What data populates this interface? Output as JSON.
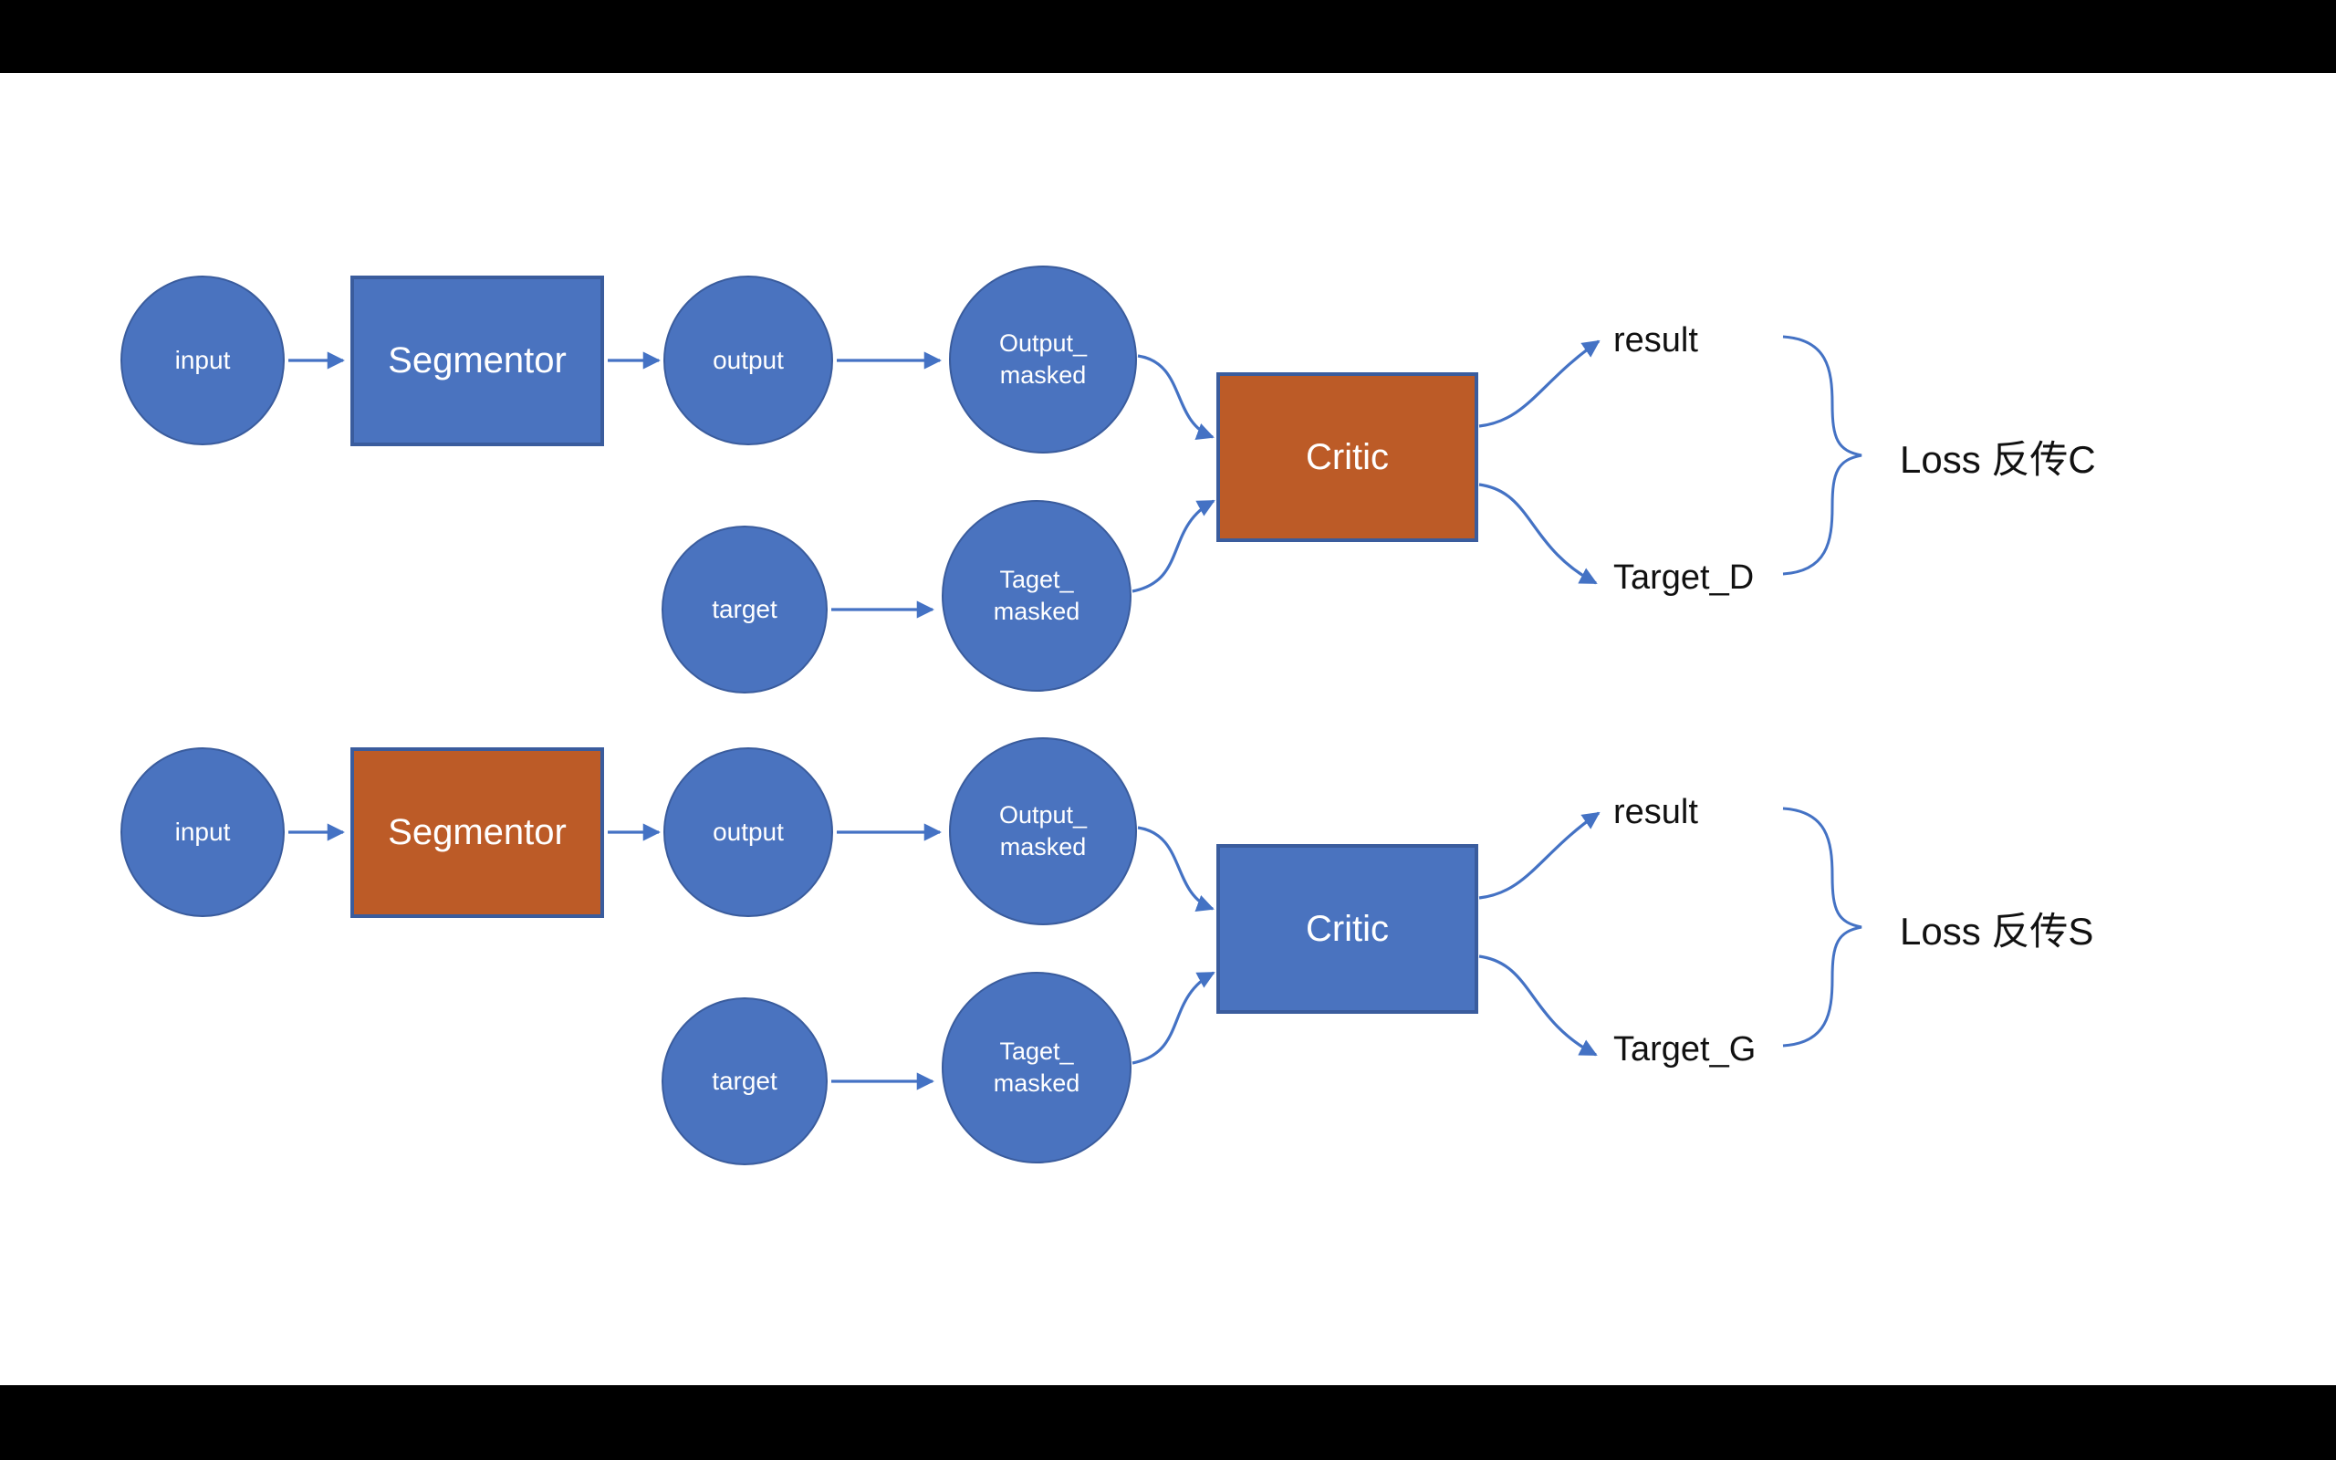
{
  "colors": {
    "letterbox": "#000000",
    "canvas_bg": "#ffffff",
    "node_blue": "#4a73bf",
    "node_orange": "#bc5b27",
    "node_border": "#3a5c9d",
    "connector": "#4472c4",
    "node_text": "#ffffff",
    "text_dark": "#111111"
  },
  "rows": [
    {
      "name": "critic-training-branch",
      "input": "input",
      "segmentor": "Segmentor",
      "segmentor_color": "#4a73bf",
      "output": "output",
      "output_masked": [
        "Output_",
        "masked"
      ],
      "target": "target",
      "target_masked": [
        "Taget_",
        "masked"
      ],
      "critic": "Critic",
      "critic_color": "#bc5b27",
      "result": "result",
      "target_out": "Target_D",
      "loss": "Loss 反传C"
    },
    {
      "name": "segmentor-training-branch",
      "input": "input",
      "segmentor": "Segmentor",
      "segmentor_color": "#bc5b27",
      "output": "output",
      "output_masked": [
        "Output_",
        "masked"
      ],
      "target": "target",
      "target_masked": [
        "Taget_",
        "masked"
      ],
      "critic": "Critic",
      "critic_color": "#4a73bf",
      "result": "result",
      "target_out": "Target_G",
      "loss": "Loss 反传S"
    }
  ]
}
